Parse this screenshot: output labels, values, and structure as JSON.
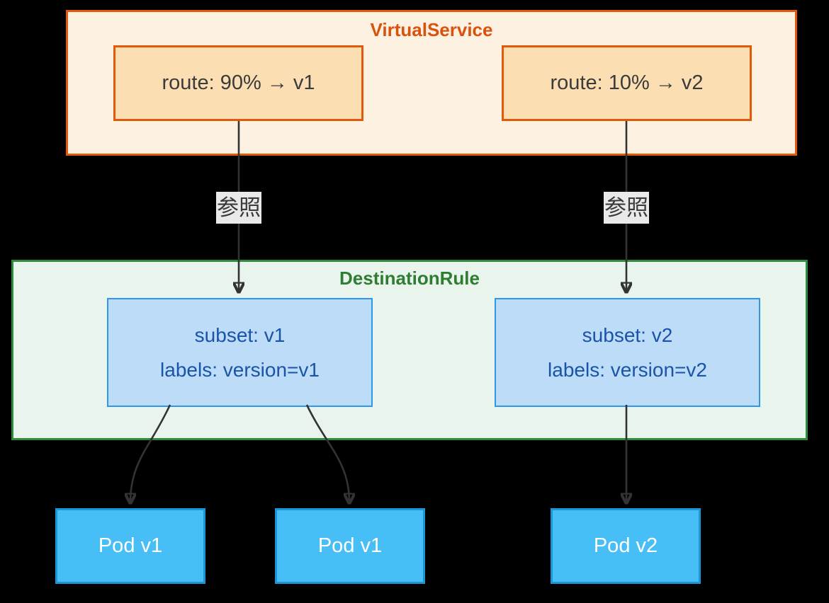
{
  "diagram": {
    "background": "#000000",
    "arrow_color": "#333333",
    "virtual_service": {
      "title": "VirtualService",
      "title_color": "#d9530e",
      "border_color": "#e2590b",
      "fill": "#fdf2e2",
      "route_fill": "#fbdfb2",
      "route_text_color": "#3b3b3b",
      "routes": [
        {
          "label": "route: 90% → v1"
        },
        {
          "label": "route: 10% → v2"
        }
      ]
    },
    "reference_labels": [
      {
        "text": "参照",
        "background": "#e9e9e9",
        "text_color": "#3a3a3a"
      },
      {
        "text": "参照",
        "background": "#e9e9e9",
        "text_color": "#3a3a3a"
      }
    ],
    "destination_rule": {
      "title": "DestinationRule",
      "title_color": "#2e7d32",
      "border_color": "#2f8a3c",
      "fill": "#e8f4ec",
      "subset_fill": "#bddcf7",
      "subset_border": "#2e97ea",
      "subset_text_color": "#1a54a8",
      "subsets": [
        {
          "line1": "subset: v1",
          "line2": "labels: version=v1"
        },
        {
          "line1": "subset: v2",
          "line2": "labels: version=v2"
        }
      ]
    },
    "pods": {
      "fill": "#47bef5",
      "border": "#1c95d4",
      "text_color": "#ffffff",
      "items": [
        {
          "label": "Pod v1"
        },
        {
          "label": "Pod v1"
        },
        {
          "label": "Pod v2"
        }
      ]
    }
  }
}
